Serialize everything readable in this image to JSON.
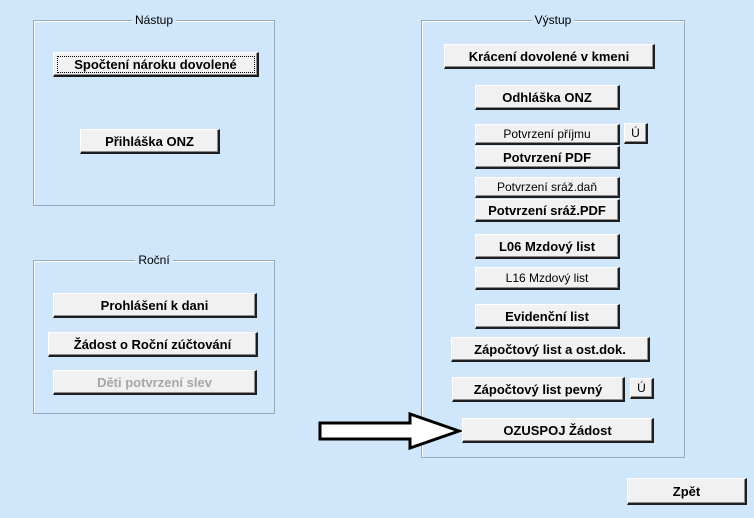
{
  "nastup": {
    "title": "Nástup",
    "spocteni_label": "Spočtení nároku dovolené",
    "prihlaska_label": "Přihláška ONZ"
  },
  "rocni": {
    "title": "Roční",
    "prohlaseni_label": "Prohlášení k dani",
    "zadost_label": "Žádost o Roční zúčtování",
    "deti_label": "Děti potvrzení slev"
  },
  "vystup": {
    "title": "Výstup",
    "kraceni_label": "Krácení dovolené v kmeni",
    "odhlaska_label": "Odhláška ONZ",
    "potvrzeni_prijmu_label": "Potvrzení příjmu",
    "u_label": "Ú",
    "potvrzeni_pdf_label": "Potvrzení PDF",
    "potvrzeni_sraz_dan_label": "Potvrzení sráž.daň",
    "potvrzeni_sraz_pdf_label": "Potvrzení sráž.PDF",
    "l06_label": "L06 Mzdový list",
    "l16_label": "L16 Mzdový list",
    "evidencni_label": "Evidenční list",
    "zapoctovy_ost_label": "Zápočtový list a ost.dok.",
    "zapoctovy_pevny_label": "Zápočtový list pevný",
    "u2_label": "Ú",
    "ozuspoj_label": "OZUSPOJ Žádost"
  },
  "footer": {
    "zpet_label": "Zpět"
  },
  "icons": {
    "annotation_arrow": "arrow-right-outline"
  }
}
